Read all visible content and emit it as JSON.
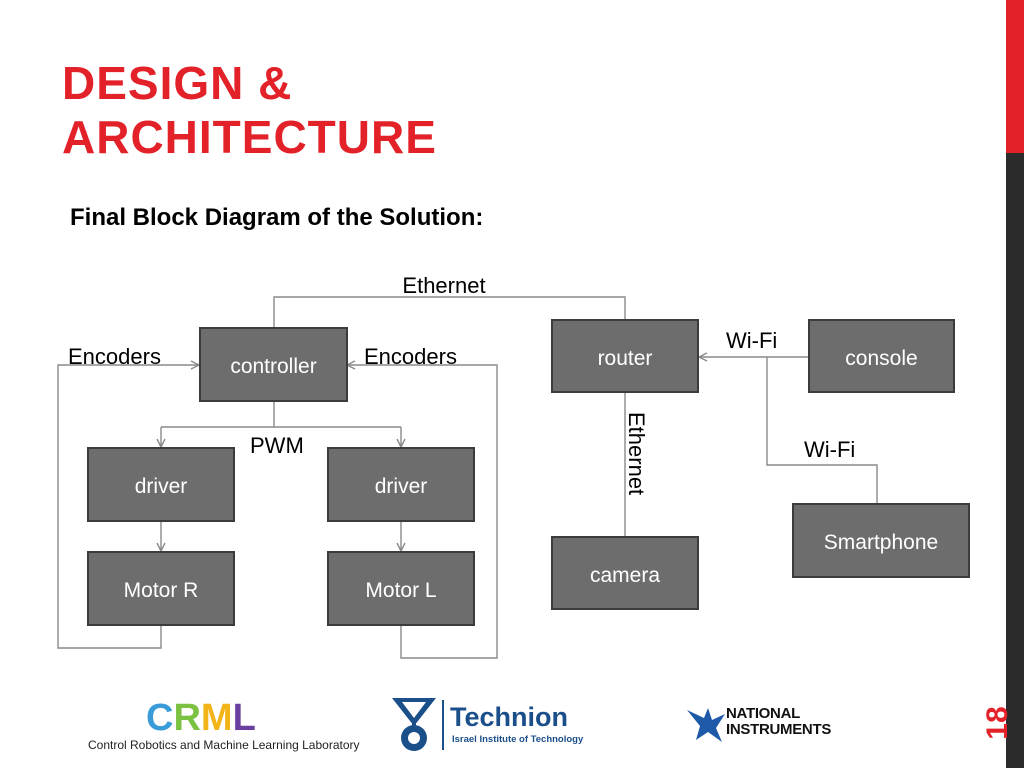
{
  "slide": {
    "title_line1": "DESIGN &",
    "title_line2": "ARCHITECTURE",
    "subtitle": "Final Block Diagram of the Solution:",
    "slide_number": "18"
  },
  "colors": {
    "accent": "#e32129",
    "title": "#e32129",
    "sidebar_dark": "#2b2b2b",
    "node_fill": "#6d6d6d",
    "node_border": "#3c3c3c",
    "connector": "#8a8a8a",
    "technion_blue": "#1b4f8a",
    "ni_blue": "#1e5aa8"
  },
  "diagram": {
    "nodes": [
      {
        "id": "controller",
        "label": "controller"
      },
      {
        "id": "driver_r",
        "label": "driver"
      },
      {
        "id": "driver_l",
        "label": "driver"
      },
      {
        "id": "motor_r",
        "label": "Motor R"
      },
      {
        "id": "motor_l",
        "label": "Motor L"
      },
      {
        "id": "router",
        "label": "router"
      },
      {
        "id": "console",
        "label": "console"
      },
      {
        "id": "camera",
        "label": "camera"
      },
      {
        "id": "smartphone",
        "label": "Smartphone"
      }
    ],
    "edge_labels": [
      {
        "id": "ethernet_top",
        "text": "Ethernet"
      },
      {
        "id": "encoders_left",
        "text": "Encoders"
      },
      {
        "id": "encoders_right",
        "text": "Encoders"
      },
      {
        "id": "pwm",
        "text": "PWM"
      },
      {
        "id": "wifi_console",
        "text": "Wi-Fi"
      },
      {
        "id": "wifi_phone",
        "text": "Wi-Fi"
      },
      {
        "id": "ethernet_camera",
        "text": "Ethernet"
      }
    ]
  },
  "logos": {
    "crml": {
      "letters": [
        "C",
        "R",
        "M",
        "L"
      ],
      "letter_colors": [
        "#3a9bd9",
        "#7cc242",
        "#f2b418",
        "#6a3fa0"
      ],
      "subtitle": "Control Robotics and Machine Learning Laboratory"
    },
    "technion": {
      "name": "Technion",
      "subtitle": "Israel Institute of Technology",
      "icon": "technion-emblem-icon"
    },
    "national_instruments": {
      "line1": "NATIONAL",
      "line2": "INSTRUMENTS",
      "icon": "ni-eagle-icon"
    }
  }
}
